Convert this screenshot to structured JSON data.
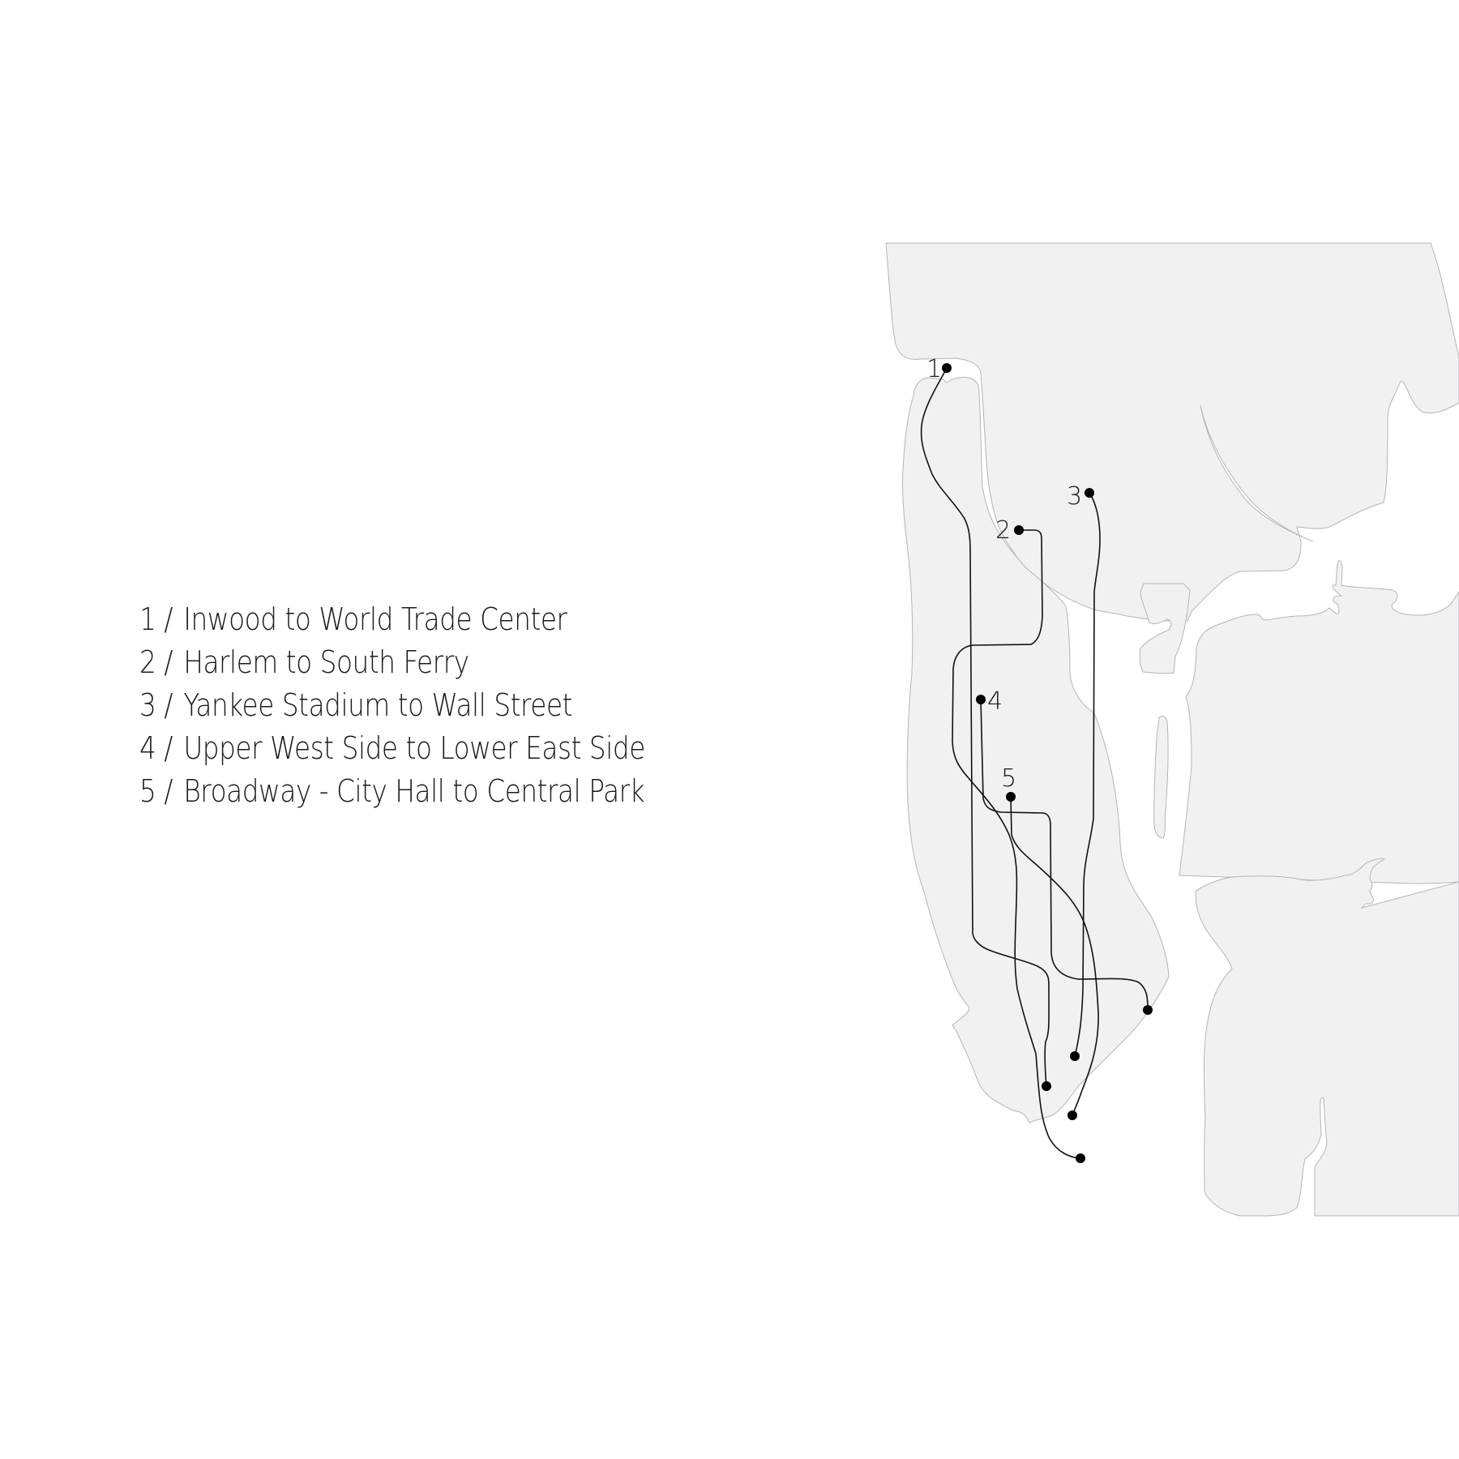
{
  "legend": {
    "items": [
      {
        "num": "1 /",
        "label": "Inwood to World Trade Center"
      },
      {
        "num": "2 /",
        "label": "Harlem to South Ferry"
      },
      {
        "num": "3 /",
        "label": "Yankee Stadium to Wall Street"
      },
      {
        "num": "4 /",
        "label": "Upper West Side to Lower East Side"
      },
      {
        "num": "5 /",
        "label": "Broadway - City Hall to Central Park"
      }
    ]
  },
  "map": {
    "land_color": "#f1f1f2",
    "outline_color": "#b5b5b8",
    "route_color": "#111111",
    "route_labels": [
      "1",
      "2",
      "3",
      "4",
      "5"
    ]
  }
}
